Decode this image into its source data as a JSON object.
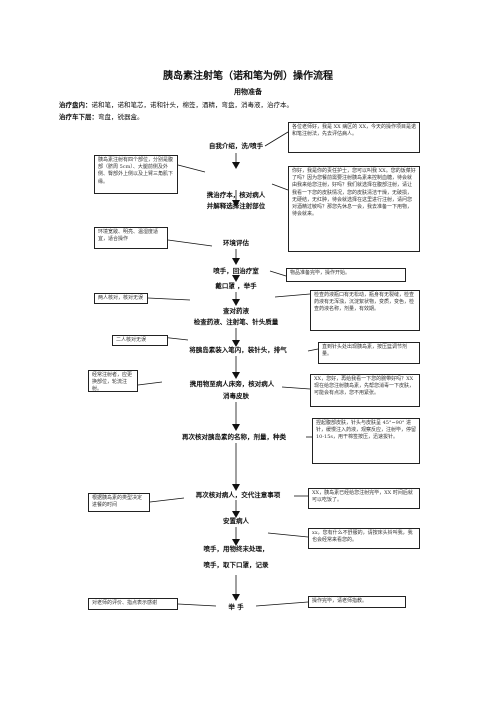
{
  "title": "胰岛素注射笔（诺和笔为例）操作流程",
  "prep": {
    "heading": "用物准备",
    "cart_top_label": "治疗盘内：",
    "cart_top_items": "诺和笔，诺和笔芯，诺和针头，棉签，酒精，弯盘，消毒液，治疗本。",
    "cart_bottom_label": "治疗车下层：",
    "cart_bottom_items": "弯盘，锐器盒。"
  },
  "steps": {
    "s1": "自我介绍，洗/喷手",
    "s2a": "携治疗本，核对病人",
    "s2b": "并解释选择注射部位",
    "s3": "环境评估",
    "s4a": "喷手，回治疗室",
    "s4b": "戴口罩 ，举手",
    "s5a": "查对药液",
    "s5b": "检查药液、注射笔、针头质量",
    "s6": "将胰岛素装入笔内，装针头，排气",
    "s7a": "携用物至病人床旁，核对病人",
    "s7b": "消毒皮肤",
    "s8": "再次核对胰岛素的名称，剂量，种类",
    "s9": "再次核对病人，交代注意事项",
    "s10": "安置病人",
    "s11a": "喷手，用物终末处理，",
    "s11b": "喷手，取下口罩，记录",
    "s12": "举 手"
  },
  "notes": {
    "r1": "各位老师好，我是 XX 病区的 XX，今天的操作项目是诺和笔注射法，先去评估病人。",
    "l1": "胰岛素注射有四个部位，分别是腹部（脐周 5cm）、大腿前侧及外侧、臀部外上侧以及上臂三角肌下缘。",
    "r2": "你好，我是你的责任护士，您可以叫我 XX。您的饭菜好了吗？因为您餐前需要注射胰岛素来控制血糖，待会就由我来给您注射，好吗？我们就选择在腹部注射，请让我看一下您的皮肤情况，您的皮肤清洁干燥，无破损，无硬结，无红肿，待会就选择在这里进行注射，请问您对酒精过敏吗？那您先休息一会，我去准备一下用物，待会就来。",
    "l2": "环境宽敞、明亮、温湿度适宜，适合操作",
    "r3": "物品准备完毕，操作开始。",
    "l3": "两人核对，核对无误",
    "r4": "检查药液瓶口有无松动，瓶身有无裂缝，检查药液有无浑浊，沉淀絮状物，变质，变色，检查药液名称，剂量，有效期。",
    "l4": "二人核对无误",
    "r5": "直到针头处出现胰岛素，按压篮调节剂量。",
    "l5": "经常注射者，应更换部位，轮流注射。",
    "r6": "XX，您好，再给我看一下您的腕带好吗？XX 现在给您注射胰岛素，先帮您消毒一下皮肤，可能会有点凉，您不用紧张。",
    "r7": "捏起腹部皮肤，针头与皮肤呈 45°~90° 进针，缓慢注入药液，观察反应，注射毕，停留 10-15s，用干棉签按压，迅速拔针。",
    "l6": "根据胰岛素的类型决定进餐的时间",
    "r8": "XX，胰岛素已经给您注射完毕，XX 时间后就可以吃饭了。",
    "r9": "xx，您有什么不舒服的，请按床头铃叫我，我也会经常来看您的。",
    "l7": "对老师的评价、指点表示感谢",
    "r10": "操作完毕，请老师指教。"
  }
}
